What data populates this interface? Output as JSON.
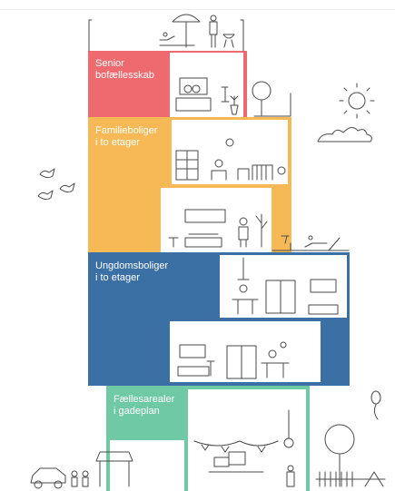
{
  "labels": {
    "senior": "Senior\nbofællesskab",
    "family": "Familieboliger\ni to etager",
    "youth": "Ungdomsboliger\ni to etager",
    "common": "Fællesarealer\ni gadeplan"
  },
  "colors": {
    "senior": "#ee6a6f",
    "family": "#f7b955",
    "youth": "#3a70a4",
    "common": "#6fc9a4",
    "line": "#4a4a4a"
  }
}
